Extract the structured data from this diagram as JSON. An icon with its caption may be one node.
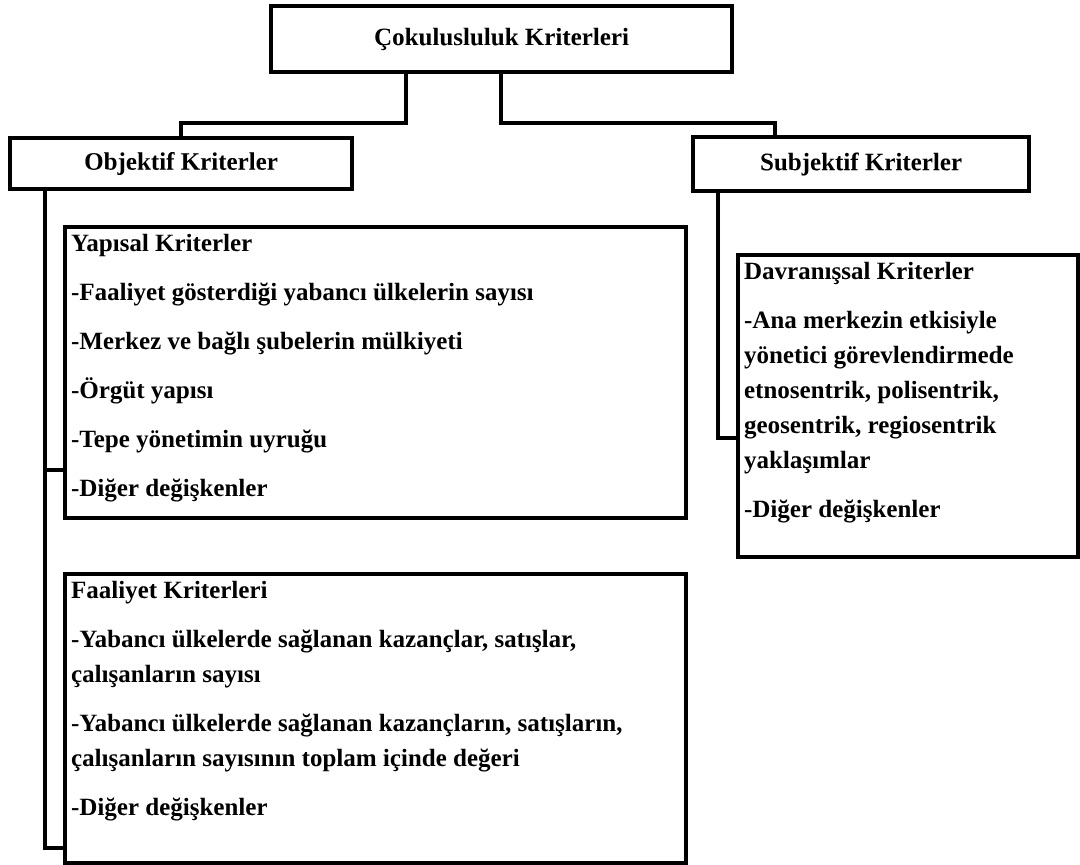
{
  "diagram": {
    "nodes": [
      {
        "text": [
          "Çokulusluluk Kriterleri"
        ]
      },
      {
        "text": [
          "Objektif Kriterler"
        ]
      },
      {
        "text": [
          "Subjektif Kriterler"
        ]
      },
      {
        "text": [
          "Yapısal Kriterler",
          "-Faaliyet gösterdiği yabancı ülkelerin sayısı",
          "-Merkez ve bağlı şubelerin mülkiyeti",
          "-Örgüt yapısı",
          "-Tepe yönetimin uyruğu",
          "-Diğer değişkenler"
        ]
      },
      {
        "text": [
          "Faaliyet Kriterleri",
          "-Yabancı ülkelerde sağlanan kazançlar, satışlar, çalışanların sayısı",
          "-Yabancı ülkelerde sağlanan kazançların, satışların, çalışanların sayısının toplam içinde değeri",
          "-Diğer değişkenler"
        ]
      },
      {
        "text": [
          "Davranışsal Kriterler",
          "-Ana merkezin etkisiyle yönetici görevlendirmede etnosentrik, polisentrik, geosentrik, regiosentrik yaklaşımlar",
          "-Diğer değişkenler"
        ]
      }
    ],
    "edges": [
      {
        "from": 0,
        "to": 1,
        "arrow": "none"
      },
      {
        "from": 0,
        "to": 2,
        "arrow": "none"
      },
      {
        "from": 1,
        "to": 3,
        "arrow": "none"
      },
      {
        "from": 1,
        "to": 4,
        "arrow": "none"
      },
      {
        "from": 2,
        "to": 5,
        "arrow": "none"
      }
    ]
  }
}
